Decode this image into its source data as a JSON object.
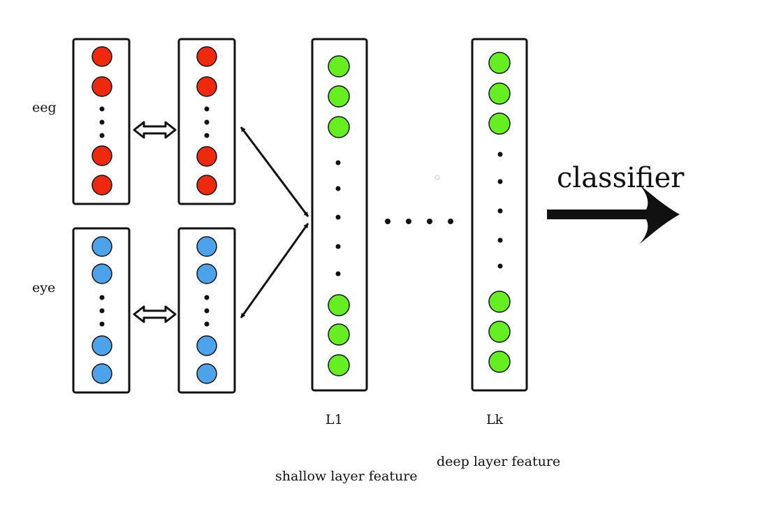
{
  "labels": {
    "eeg": "eeg",
    "eye": "eye",
    "l1": "L1",
    "lk": "Lk",
    "shallow": "shallow layer feature",
    "deep": "deep layer feature",
    "classifier": "classifier"
  },
  "colors": {
    "eeg_node": "#ee2a0e",
    "eye_node": "#4da3ea",
    "layer_node": "#66ee22",
    "stroke": "#111111",
    "background": "#ffffff"
  }
}
